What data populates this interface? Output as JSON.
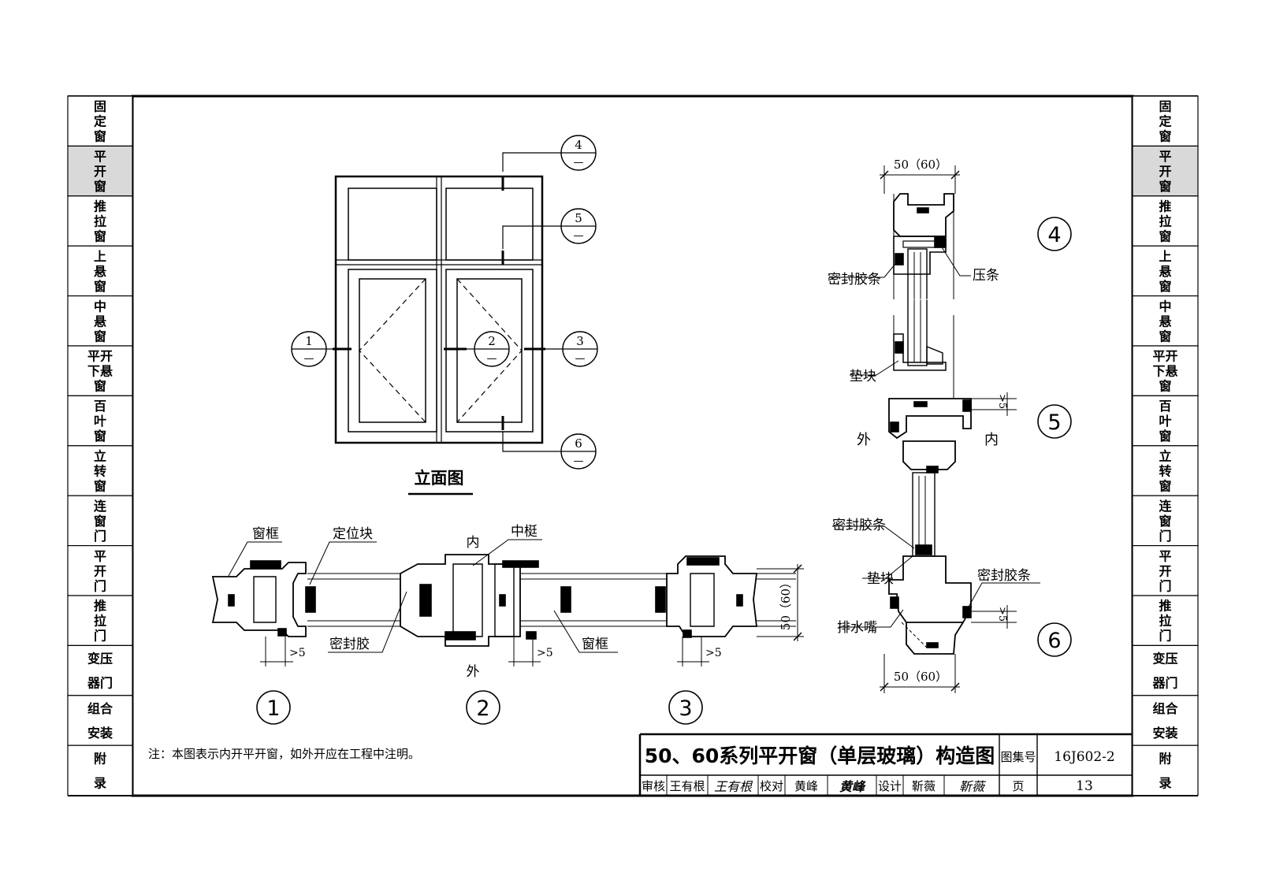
{
  "side_tabs": [
    {
      "lines": [
        "固",
        "定",
        "窗"
      ]
    },
    {
      "lines": [
        "平",
        "开",
        "窗"
      ],
      "active": true
    },
    {
      "lines": [
        "推",
        "拉",
        "窗"
      ]
    },
    {
      "lines": [
        "上",
        "悬",
        "窗"
      ]
    },
    {
      "lines": [
        "中",
        "悬",
        "窗"
      ]
    },
    {
      "lines": [
        "平开",
        "下悬",
        "窗"
      ]
    },
    {
      "lines": [
        "百",
        "叶",
        "窗"
      ]
    },
    {
      "lines": [
        "立",
        "转",
        "窗"
      ]
    },
    {
      "lines": [
        "连",
        "窗",
        "门"
      ]
    },
    {
      "lines": [
        "平",
        "开",
        "门"
      ]
    },
    {
      "lines": [
        "推",
        "拉",
        "门"
      ]
    },
    {
      "lines": [
        "变压",
        "器门"
      ]
    },
    {
      "lines": [
        "组合",
        "安装"
      ]
    },
    {
      "lines": [
        "附",
        "录"
      ]
    }
  ],
  "elevation": {
    "title": "立面图",
    "markers": [
      {
        "num": "1",
        "sub": "—"
      },
      {
        "num": "2",
        "sub": "—"
      },
      {
        "num": "3",
        "sub": "—"
      },
      {
        "num": "4",
        "sub": "—"
      },
      {
        "num": "5",
        "sub": "—"
      },
      {
        "num": "6",
        "sub": "—"
      }
    ]
  },
  "plan_section": {
    "labels": {
      "frame_left": "窗框",
      "locating_block": "定位块",
      "inside": "内",
      "mullion": "中梃",
      "sealant": "密封胶",
      "outside": "外",
      "frame_right": "窗框"
    },
    "dim_gap": ">5",
    "dim_depth": "50（60）",
    "detail_numbers": [
      "1",
      "2",
      "3"
    ]
  },
  "vertical_section": {
    "dim_top": "50（60）",
    "dim_bottom": "50（60）",
    "labels": {
      "seal_strip_1": "密封胶条",
      "glazing_bead": "压条",
      "setting_block_1": "垫块",
      "outside": "外",
      "inside": "内",
      "seal_strip_2": "密封胶条",
      "setting_block_2": "垫块",
      "seal_strip_3": "密封胶条",
      "drain": "排水嘴"
    },
    "gap_top": ">5",
    "gap_bottom": ">5",
    "detail_numbers": [
      "4",
      "5",
      "6"
    ]
  },
  "note": "注：本图表示内开平开窗，如外开应在工程中注明。",
  "title_block": {
    "title": "50、60系列平开窗（单层玻璃）构造图",
    "atlas_label": "图集号",
    "atlas_no": "16J602-2",
    "review_label": "审核",
    "reviewer": "王有根",
    "reviewer_sign": "王有根",
    "check_label": "校对",
    "checker": "黄峰",
    "checker_sign": "黄峰",
    "design_label": "设计",
    "designer": "靳薇",
    "designer_sign": "靳薇",
    "page_label": "页",
    "page_no": "13"
  }
}
